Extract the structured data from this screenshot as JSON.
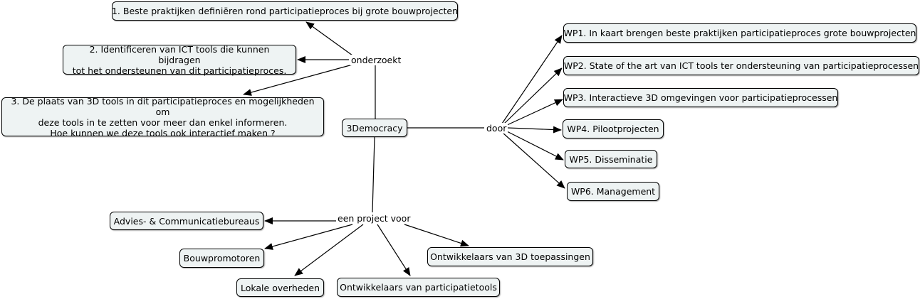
{
  "center": "3Democracy",
  "links": {
    "research": "onderzoekt",
    "through": "door",
    "audience": "een project voor"
  },
  "research_items": [
    "1. Beste praktijken definiëren rond participatieproces bij grote bouwprojecten",
    "2. Identificeren van ICT tools die kunnen bijdragen\ntot het ondersteunen van dit participatieproces.",
    "3. De plaats van 3D tools in dit participatieproces en mogelijkheden om\ndeze tools in te zetten voor meer dan enkel informeren.\nHoe kunnen we deze tools ook interactief maken ?"
  ],
  "work_packages": [
    "WP1. In kaart brengen beste praktijken participatieproces grote bouwprojecten",
    "WP2. State of the art van ICT tools ter ondersteuning van participatieprocessen",
    "WP3. Interactieve 3D omgevingen voor participatieprocessen",
    "WP4. Pilootprojecten",
    "WP5. Disseminatie",
    "WP6. Management"
  ],
  "audiences": [
    "Advies- & Communicatiebureaus",
    "Bouwpromotoren",
    "Lokale overheden",
    "Ontwikkelaars van participatietools",
    "Ontwikkelaars van 3D toepassingen"
  ],
  "colors": {
    "node_fill": "#eef3f3",
    "line": "#000000"
  }
}
